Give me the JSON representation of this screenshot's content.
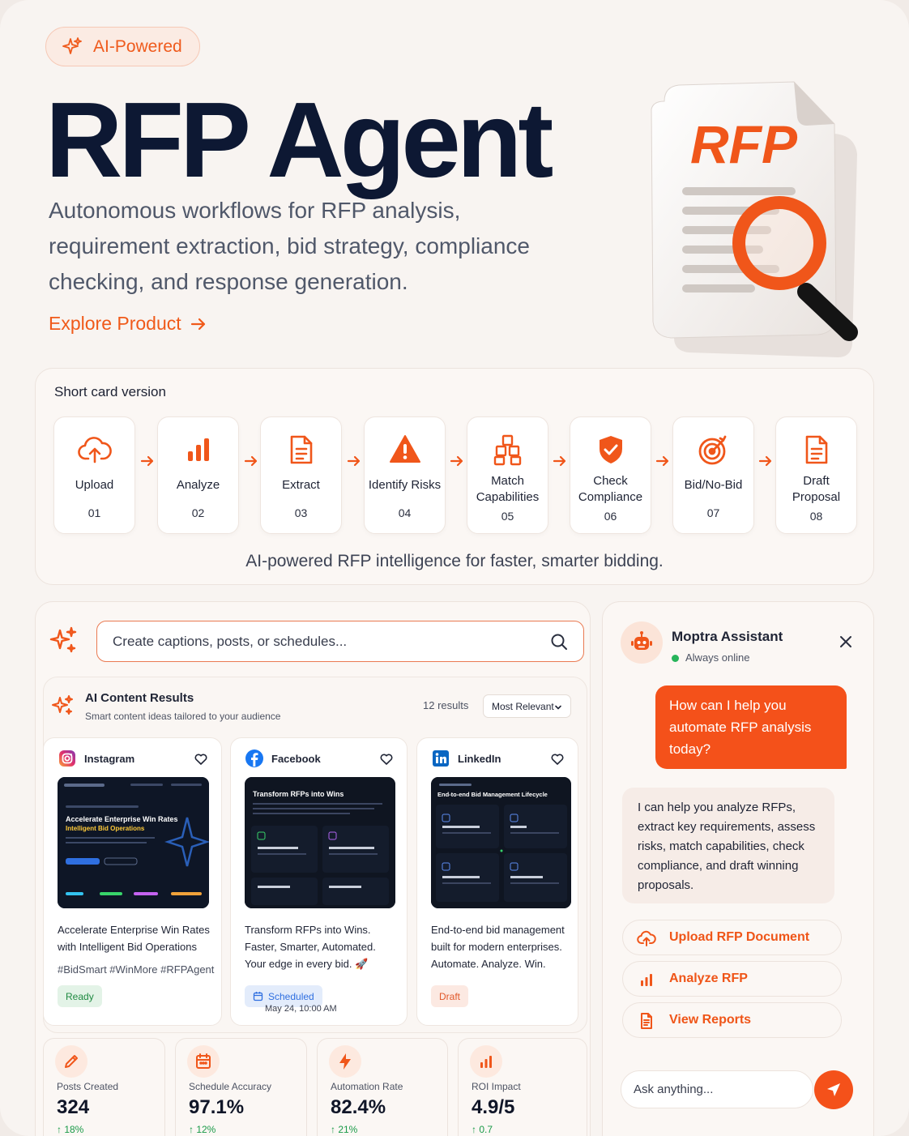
{
  "hero": {
    "badge": "AI-Powered",
    "title": "RFP Agent",
    "description": "Autonomous workflows for RFP analysis, requirement extraction, bid strategy, compliance checking, and response generation.",
    "cta": "Explore Product",
    "art_label": "RFP"
  },
  "workflow": {
    "label": "Short card version",
    "steps": [
      {
        "name": "Upload",
        "num": "01",
        "icon": "cloud-upload-icon"
      },
      {
        "name": "Analyze",
        "num": "02",
        "icon": "bar-chart-icon"
      },
      {
        "name": "Extract",
        "num": "03",
        "icon": "document-icon"
      },
      {
        "name": "Identify Risks",
        "num": "04",
        "icon": "warning-icon"
      },
      {
        "name": "Match Capabilities",
        "num": "05",
        "icon": "boxes-icon"
      },
      {
        "name": "Check Compliance",
        "num": "06",
        "icon": "shield-check-icon"
      },
      {
        "name": "Bid/No-Bid",
        "num": "07",
        "icon": "target-icon"
      },
      {
        "name": "Draft Proposal",
        "num": "08",
        "icon": "document-icon"
      }
    ],
    "tagline": "AI-powered RFP intelligence for faster, smarter bidding."
  },
  "search": {
    "placeholder": "Create captions, posts, or schedules..."
  },
  "results": {
    "title": "AI Content Results",
    "subtitle": "Smart content ideas tailored to your audience",
    "count": "12 results",
    "sort": "Most Relevant",
    "posts": [
      {
        "platform": "Instagram",
        "thumb_line1": "Accelerate Enterprise Win Rates",
        "thumb_line2": "Intelligent Bid Operations",
        "caption": "Accelerate Enterprise Win Rates with Intelligent Bid Operations",
        "tags": "#BidSmart #WinMore #RFPAgent",
        "status": "Ready"
      },
      {
        "platform": "Facebook",
        "thumb_line1": "Transform RFPs into Wins",
        "caption": "Transform RFPs into Wins. Faster, Smarter, Automated. Your edge in every bid. 🚀",
        "status": "Scheduled",
        "scheduled_at": "May 24, 10:00 AM"
      },
      {
        "platform": "LinkedIn",
        "thumb_line1": "End-to-end Bid Management Lifecycle",
        "caption": "End-to-end bid management built for modern enterprises. Automate. Analyze. Win.",
        "status": "Draft"
      }
    ]
  },
  "stats": [
    {
      "label": "Posts Created",
      "value": "324",
      "trend": "↑ 18%",
      "icon": "pencil-icon"
    },
    {
      "label": "Schedule Accuracy",
      "value": "97.1%",
      "trend": "↑ 12%",
      "icon": "calendar-icon"
    },
    {
      "label": "Automation Rate",
      "value": "82.4%",
      "trend": "↑ 21%",
      "icon": "lightning-icon"
    },
    {
      "label": "ROI Impact",
      "value": "4.9/5",
      "trend": "↑ 0.7",
      "icon": "bar-chart-icon"
    }
  ],
  "chat": {
    "assistant_name": "Moptra Assistant",
    "status": "Always online",
    "user_message": "How can I help you automate RFP analysis today?",
    "bot_message": "I can help you analyze RFPs, extract key requirements, assess risks, match capabilities, check compliance, and draft winning proposals.",
    "actions": [
      "Upload RFP Document",
      "Analyze RFP",
      "View Reports"
    ],
    "input_placeholder": "Ask anything..."
  },
  "colors": {
    "accent": "#f05a1a",
    "navy": "#0d1833",
    "success": "#1a9a48",
    "info": "#2f6fe0"
  }
}
